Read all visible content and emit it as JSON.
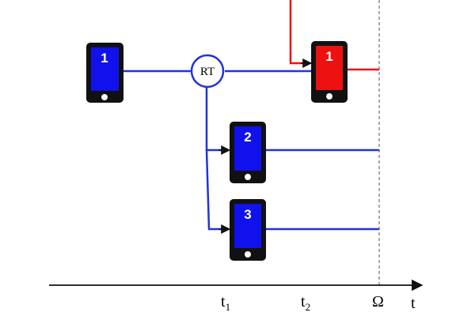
{
  "colors": {
    "blue_link": "#2233dd",
    "red_link": "#ee1111",
    "phone_body": "#111111",
    "phone_screen_blue": "#1111ee",
    "phone_screen_red": "#ee1111",
    "rt_fill": "#ffffff",
    "rt_stroke": "#2233dd",
    "axis": "#111111",
    "deadline_line": "#555555"
  },
  "nodes": {
    "origin": {
      "label": "1"
    },
    "relay": {
      "label": "RT"
    },
    "receiver_a": {
      "label": "1"
    },
    "receiver_b": {
      "label": "2"
    },
    "receiver_c": {
      "label": "3"
    }
  },
  "axis": {
    "tick_1": {
      "main": "t",
      "sub": "1"
    },
    "tick_2": {
      "main": "t",
      "sub": "2"
    },
    "deadline": "Ω",
    "end": "t"
  }
}
